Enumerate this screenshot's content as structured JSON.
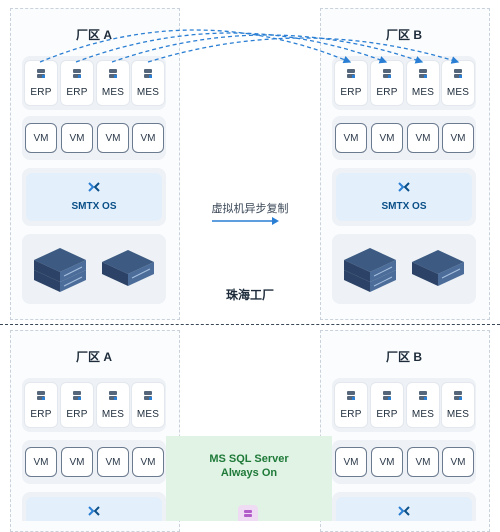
{
  "top": {
    "left_factory_title": "厂区 A",
    "right_factory_title": "厂区 B",
    "apps": [
      "ERP",
      "ERP",
      "MES",
      "MES"
    ],
    "vms": [
      "VM",
      "VM",
      "VM",
      "VM"
    ],
    "os_label": "SMTX OS",
    "replication_label": "虚拟机异步复制",
    "site_label": "珠海工厂"
  },
  "bottom": {
    "left_factory_title": "厂区 A",
    "right_factory_title": "厂区 B",
    "apps": [
      "ERP",
      "ERP",
      "MES",
      "MES"
    ],
    "vms": [
      "VM",
      "VM",
      "VM",
      "VM"
    ],
    "sql_line1": "MS SQL Server",
    "sql_line2": "Always On"
  },
  "colors": {
    "accent_blue": "#2a7fd4",
    "os_blue": "#0a4f87",
    "sql_green": "#1f7a39",
    "green_band": "#e1f3e4"
  }
}
